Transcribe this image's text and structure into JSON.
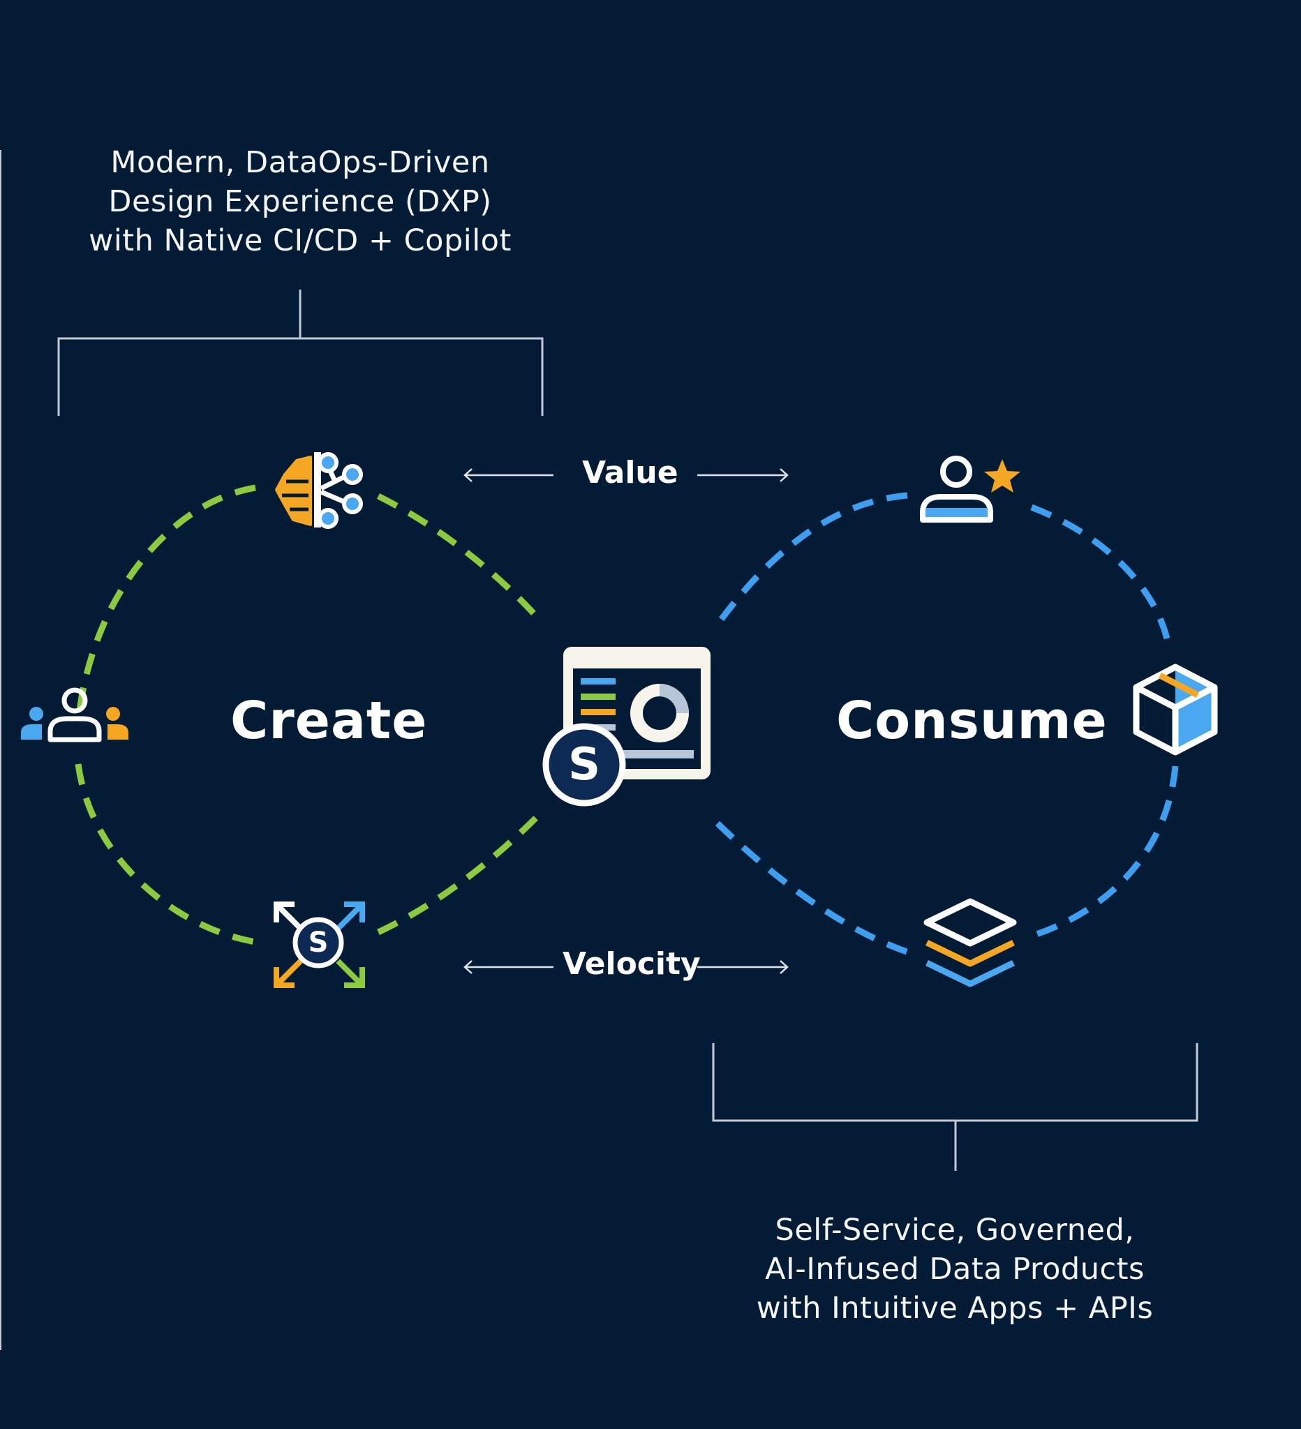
{
  "top_caption": {
    "lines": [
      "Modern, DataOps-Driven",
      "Design Experience (DXP)",
      "with Native CI/CD + Copilot"
    ]
  },
  "bottom_caption": {
    "lines": [
      "Self-Service, Governed,",
      "AI-Infused Data Products",
      "with Intuitive Apps + APIs"
    ]
  },
  "loops": {
    "create_label": "Create",
    "consume_label": "Consume"
  },
  "flows": {
    "value_label": "Value",
    "velocity_label": "Velocity"
  },
  "badges": {
    "small_s": "S",
    "big_s": "S"
  },
  "colors": {
    "background": "#041b35",
    "create_loop": "#8ccb3f",
    "consume_loop": "#3e9ef0",
    "accent_orange": "#f5a623",
    "accent_blue": "#4aa8f0",
    "accent_green": "#8ccb3f",
    "navy": "#0d2a55",
    "card": "#f7f4ec"
  },
  "icons": {
    "create_top": "brain-network-icon",
    "create_left": "team-icon",
    "create_bottom": "expand-arrows-icon",
    "center": "dashboard-card-icon",
    "consume_top": "user-star-icon",
    "consume_right": "package-box-icon",
    "consume_bottom": "layers-stack-icon"
  }
}
